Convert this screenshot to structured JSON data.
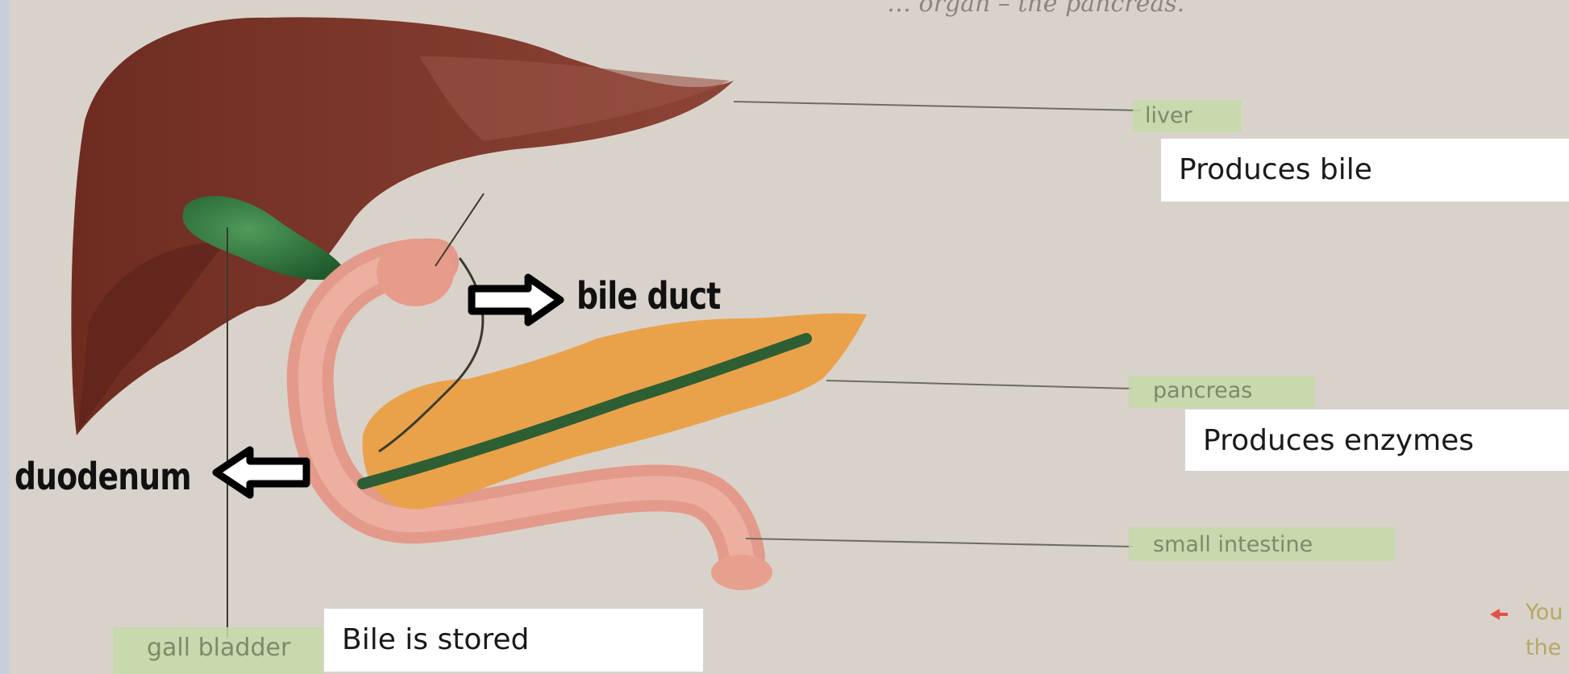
{
  "header_text": "… organ – the pancreas.",
  "labels": {
    "liver": "liver",
    "pancreas": "pancreas",
    "small_intestine": "small intestine",
    "gall_bladder": "gall bladder"
  },
  "annotations": {
    "bile_duct": "bile duct",
    "duodenum": "duodenum"
  },
  "boxes": {
    "produces_bile": "Produces bile",
    "produces_enzymes": "Produces enzymes",
    "bile_stored": "Bile is stored"
  },
  "corner_text": [
    "You",
    "the"
  ],
  "colors": {
    "liver": "#7a3326",
    "gall_bladder": "#2f7a3c",
    "pancreas": "#e8a243",
    "intestine": "#e9a394",
    "label_highlight": "#c3dba8",
    "background": "#d9d2cb"
  }
}
